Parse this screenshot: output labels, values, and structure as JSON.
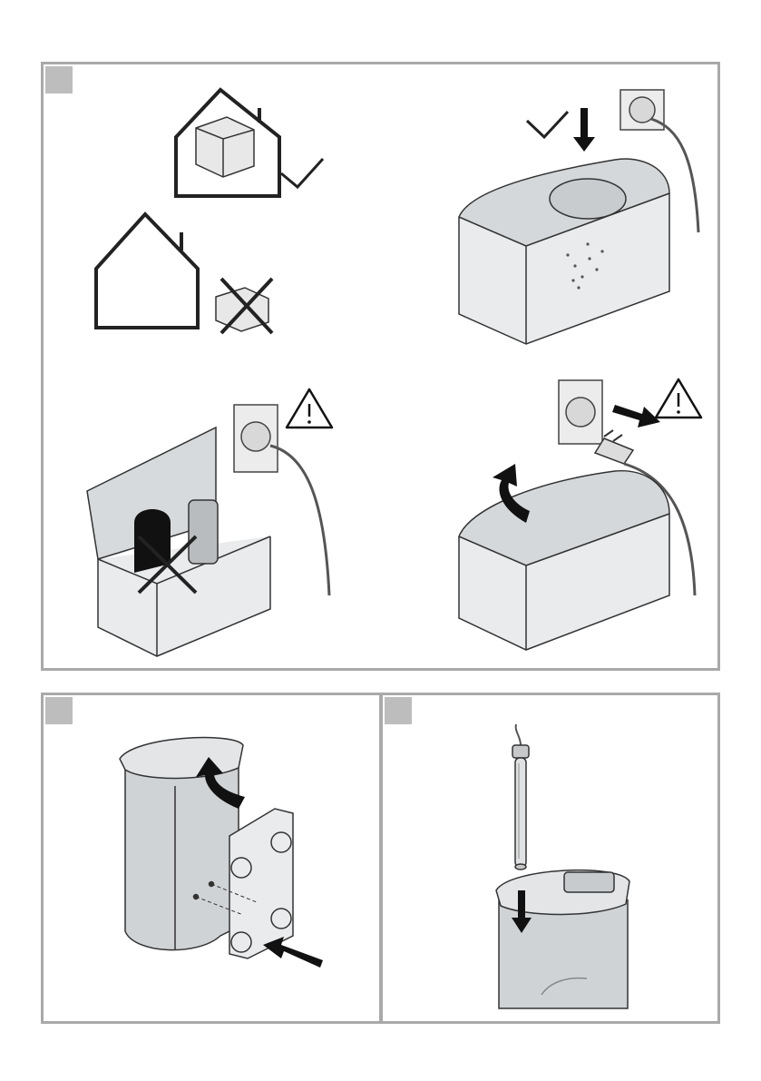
{
  "manual_page": {
    "panels": [
      {
        "id": "safety-panel",
        "step_label": ""
      },
      {
        "id": "mounting-panel",
        "step_label": ""
      },
      {
        "id": "heater-panel",
        "step_label": ""
      }
    ],
    "icons": [
      "house-icon",
      "check-icon",
      "cross-icon",
      "warning-icon",
      "plug-icon",
      "socket-icon",
      "arrow-icon"
    ],
    "colors": {
      "frame": "#a9a9a9",
      "marker": "#bdbdbd",
      "line": "#333333",
      "glass": "#e9ebec",
      "dark": "#1a1a1a"
    }
  }
}
